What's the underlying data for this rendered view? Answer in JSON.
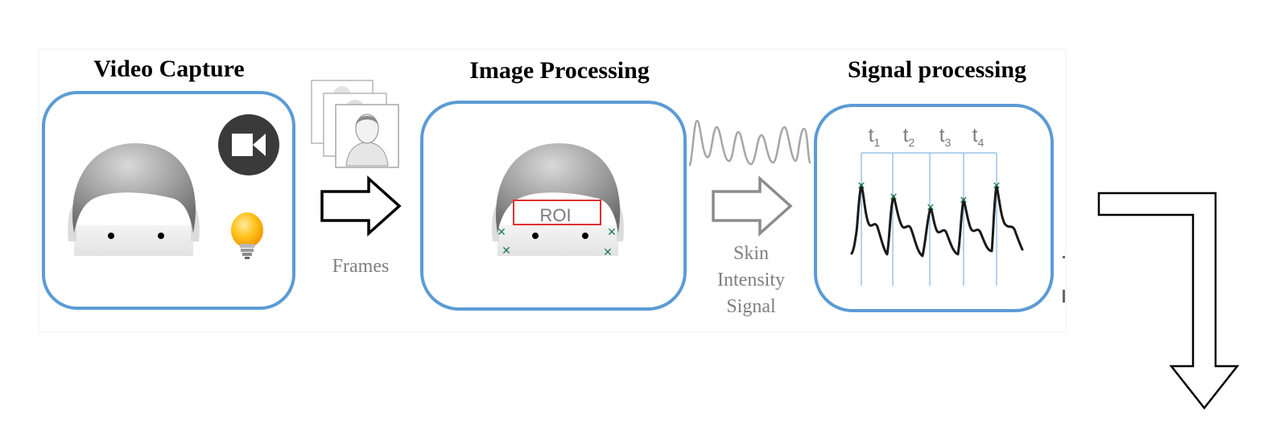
{
  "stages": {
    "video_capture": {
      "title": "Video Capture"
    },
    "image_processing": {
      "title": "Image Processing",
      "roi_label": "ROI"
    },
    "signal_processing": {
      "title": "Signal processing",
      "intervals": [
        {
          "base": "t",
          "sub": "1"
        },
        {
          "base": "t",
          "sub": "2"
        },
        {
          "base": "t",
          "sub": "3"
        },
        {
          "base": "t",
          "sub": "4"
        }
      ]
    }
  },
  "connectors": {
    "frames_label": "Frames",
    "signal_label_lines": [
      "Skin",
      "Intensity",
      "Signal"
    ]
  },
  "colors": {
    "panel_border": "#5b9bd5",
    "roi_box": "#e03030",
    "landmark": "#1e7a4f",
    "tick_line": "#9cc3e6",
    "wave": "#1a1a1a",
    "raw_wave": "#a6a6a6"
  }
}
